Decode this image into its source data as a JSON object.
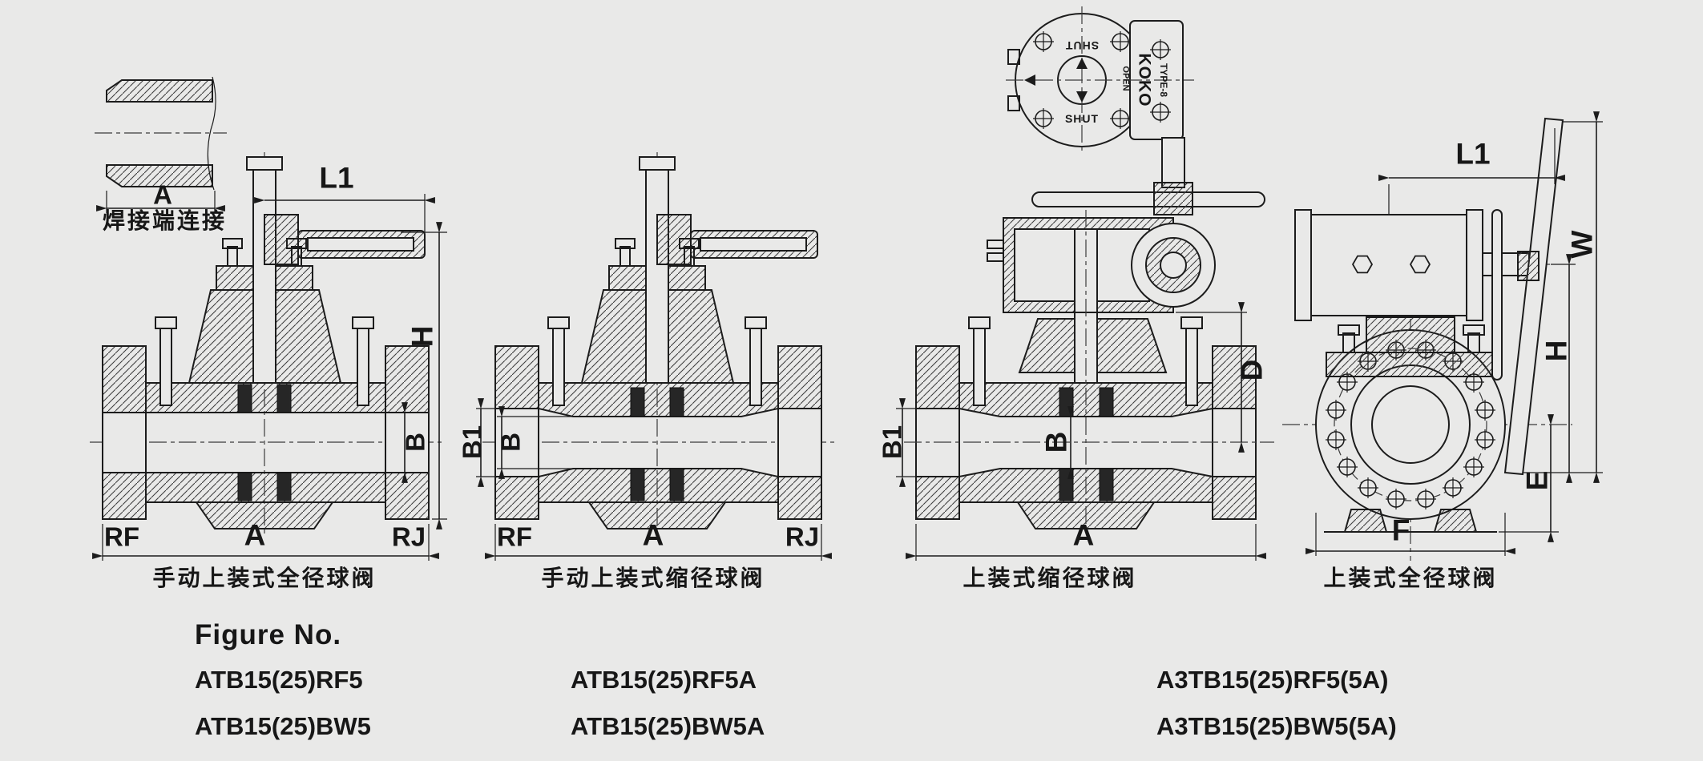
{
  "page": {
    "background": "#e9e9e8",
    "line_color": "#1c1c1c"
  },
  "weld": {
    "dim_a": "A",
    "caption": "焊接端连接"
  },
  "v1": {
    "dim_l1": "L1",
    "dim_h": "H",
    "dim_b": "B",
    "rf": "RF",
    "dim_a": "A",
    "rj": "RJ",
    "caption": "手动上装式全径球阀"
  },
  "v2": {
    "dim_b1": "B1",
    "dim_b": "B",
    "rf": "RF",
    "dim_a": "A",
    "rj": "RJ",
    "caption": "手动上装式缩径球阀"
  },
  "v3": {
    "dim_b1": "B1",
    "dim_b": "B",
    "dim_d": "D",
    "dim_a": "A",
    "caption": "上装式缩径球阀",
    "act": {
      "shut_top": "SHUT",
      "shut_bottom": "SHUT",
      "open": "OPEN",
      "brand": "KOKO",
      "model": "TYPE-8"
    }
  },
  "v4": {
    "dim_l1": "L1",
    "dim_w": "W",
    "dim_h": "H",
    "dim_e": "E",
    "dim_f": "F",
    "caption": "上装式全径球阀"
  },
  "fig": {
    "title": "Figure No.",
    "col1": [
      "ATB15(25)RF5",
      "ATB15(25)BW5"
    ],
    "col2": [
      "ATB15(25)RF5A",
      "ATB15(25)BW5A"
    ],
    "col3": [
      "A3TB15(25)RF5(5A)",
      "A3TB15(25)BW5(5A)"
    ]
  }
}
